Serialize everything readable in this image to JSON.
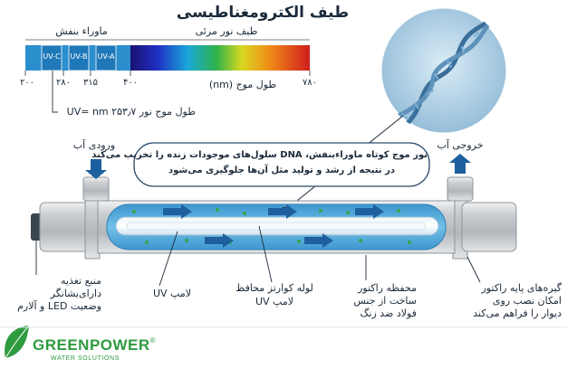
{
  "title": "طیف الکترومغناطیسی",
  "spectrum": {
    "uv_region_label": "ماوراء بنفش",
    "visible_region_label": "طیف نور مرئی",
    "bands": [
      "UV-C",
      "UV-B",
      "UV-A"
    ],
    "ticks": [
      "۲۰۰",
      "۲۸۰",
      "۳۱۵",
      "۴۰۰",
      "۷۸۰"
    ],
    "axis_label": "طول موج (nm)",
    "uv_wavelength_note": "طول موج نور UV= nm ۲۵۳٫۷"
  },
  "callout": {
    "line1": "نور موج کوتاه ماوراء‌بنفش، DNA سلول‌های موجودات زنده را تخریب می‌کند",
    "line2": "در نتیجه از رشد و تولید مثل آن‌ها جلوگیری می‌شود"
  },
  "labels": {
    "water_inlet": "ورودی آب",
    "water_outlet": "خروجی آب",
    "power_supply": [
      "منبع تغذیه",
      "دارای‌بشانگر",
      "وضعیت LED و آلارم"
    ],
    "uv_lamp": "لامپ UV",
    "quartz_sleeve": [
      "لوله کوارتز محافظ",
      "لامپ UV"
    ],
    "reactor_chamber": [
      "محفظه راکتور",
      "ساخت از جنس",
      "فولاد ضد زنگ"
    ],
    "mounting_clamps": [
      "گیره‌های پایه راکتور",
      "امکان نصب روی",
      "دیوار را فراهم می‌کند"
    ]
  },
  "logo": {
    "name": "GREENPOWER",
    "registered": "®",
    "tagline": "WATER SOLUTIONS"
  },
  "colors": {
    "uv_bar": "#2b8fce",
    "uv_band_dark": "#1f78b8",
    "water": "#5ab0dd",
    "steel": "#c8ccd0",
    "arrow": "#1e5f9e",
    "brand_green": "#2e9b3e"
  }
}
